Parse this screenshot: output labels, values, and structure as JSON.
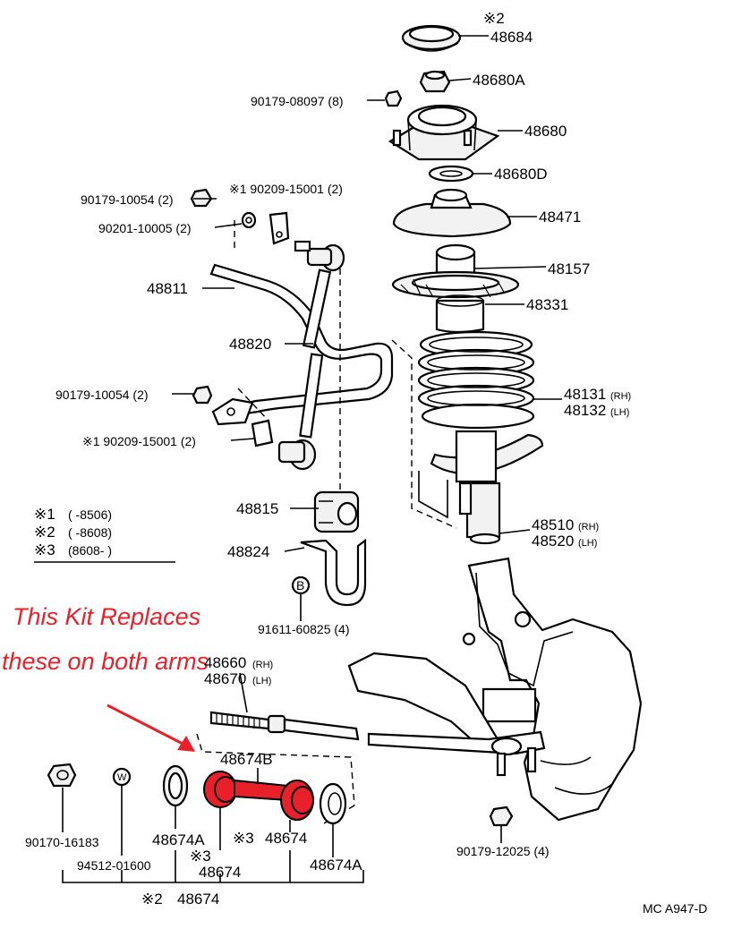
{
  "parts": {
    "p48684": "48684",
    "p48680A": "48680A",
    "p90179_08097": "90179-08097 (8)",
    "p48680": "48680",
    "p48680D": "48680D",
    "p90179_10054_top": "90179-10054 (2)",
    "p90209_15001_top": "※1 90209-15001 (2)",
    "p48471": "48471",
    "p90201_10005": "90201-10005 (2)",
    "p48157": "48157",
    "p48811": "48811",
    "p48331": "48331",
    "p48820": "48820",
    "p48131": "48131",
    "p48131_side": "(RH)",
    "p48132": "48132",
    "p48132_side": "(LH)",
    "p90179_10054_mid": "90179-10054 (2)",
    "p90209_15001_mid": "※1 90209-15001 (2)",
    "p48815": "48815",
    "p48510": "48510",
    "p48510_side": "(RH)",
    "p48520": "48520",
    "p48520_side": "(LH)",
    "p48824": "48824",
    "p91611": "91611-60825 (4)",
    "p48660": "48660",
    "p48660_side": "(RH)",
    "p48670": "48670",
    "p48670_side": "(LH)",
    "p48674B": "48674B",
    "p90170": "90170-16183",
    "p48674A_left": "48674A",
    "p48674_mid": "48674",
    "p48674_right": "48674",
    "p94512": "94512-01600",
    "p48674A_right": "48674A",
    "p90179_12025": "90179-12025 (4)",
    "p48674_bottom": "48674"
  },
  "marks": {
    "top2": "※2",
    "m3a": "※3",
    "m3b": "※3",
    "m2bottom": "※2",
    "bolt_b": "B",
    "washer_w": "W"
  },
  "legend": [
    {
      "mark": "※1",
      "range": "(        -8506)"
    },
    {
      "mark": "※2",
      "range": "(        -8608)"
    },
    {
      "mark": "※3",
      "range": "(8608-          )"
    }
  ],
  "annotation": {
    "line1": "This Kit Replaces",
    "line2": "these on both arms"
  },
  "footer": {
    "code": "MC  A947-D"
  },
  "colors": {
    "highlight": "#e8202a",
    "ink": "#000000"
  }
}
